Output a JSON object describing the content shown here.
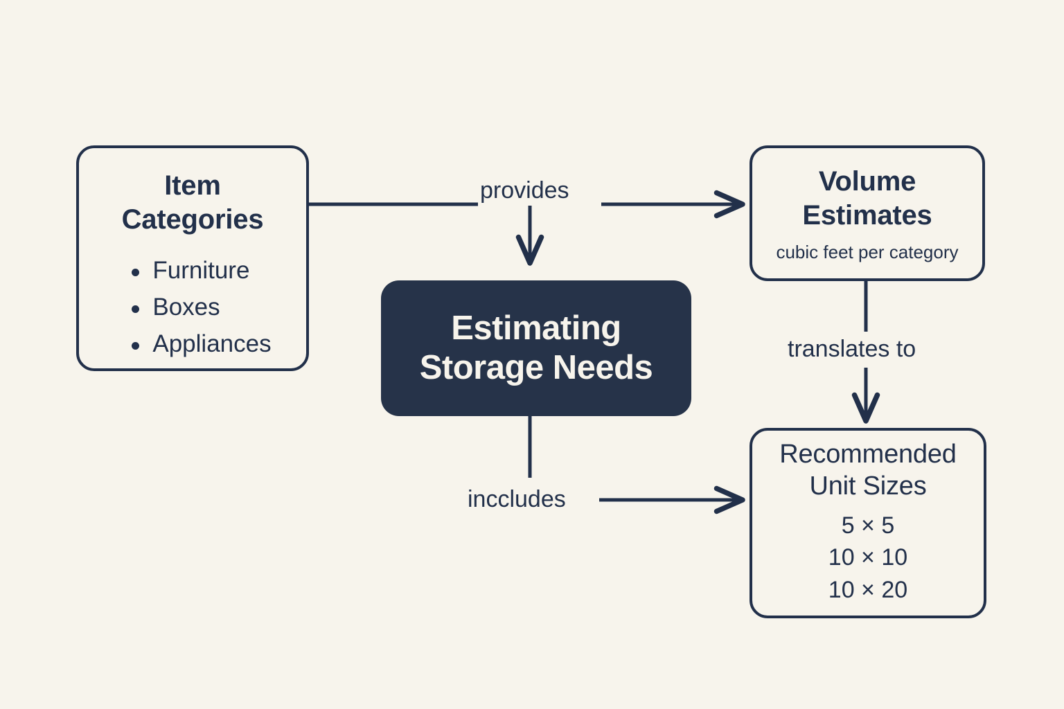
{
  "diagram": {
    "type": "concept-map",
    "background_color": "#f7f4ec",
    "ink_color": "#22304a",
    "central_fill": "#263349",
    "central_text_color": "#f7f4ec",
    "central": {
      "label": "Estimating Storage Needs"
    },
    "nodes": [
      {
        "id": "item-categories",
        "title": "Item Categories",
        "title_line1": "Item",
        "title_line2": "Categories",
        "items": [
          "Furniture",
          "Boxes",
          "Appliances"
        ]
      },
      {
        "id": "volume-estimates",
        "title": "Volume Estimates",
        "title_line1": "Volume",
        "title_line2": "Estimates",
        "subtitle": "cubic feet per category"
      },
      {
        "id": "recommended-unit-sizes",
        "title": "Recommended Unit Sizes",
        "title_line1": "Recommended",
        "title_line2": "Unit Sizes",
        "items": [
          "5 × 5",
          "10 × 10",
          "10 × 20"
        ]
      }
    ],
    "edges": [
      {
        "id": "provides",
        "label": "provides",
        "from": "item-categories",
        "to": "volume-estimates",
        "branch_to": "central"
      },
      {
        "id": "translates-to",
        "label": "translates to",
        "from": "volume-estimates",
        "to": "recommended-unit-sizes"
      },
      {
        "id": "inccludes",
        "label": "inccludes",
        "from": "central",
        "to": "recommended-unit-sizes"
      }
    ]
  }
}
